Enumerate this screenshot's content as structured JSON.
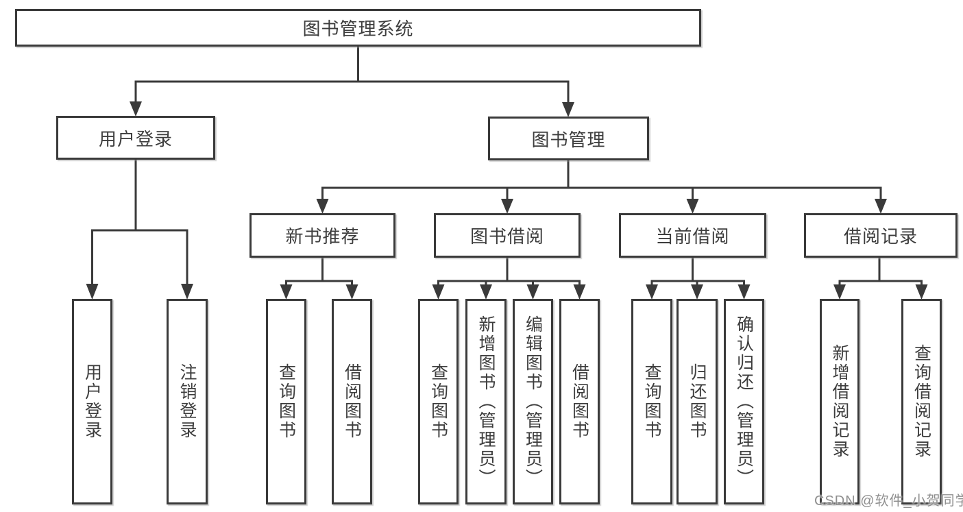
{
  "diagram": {
    "title": "图书管理系统",
    "root": {
      "label": "图书管理系统"
    },
    "level2": [
      {
        "label": "用户登录"
      },
      {
        "label": "图书管理"
      }
    ],
    "level3": [
      {
        "label": "新书推荐",
        "parent": "图书管理"
      },
      {
        "label": "图书借阅",
        "parent": "图书管理"
      },
      {
        "label": "当前借阅",
        "parent": "图书管理"
      },
      {
        "label": "借阅记录",
        "parent": "图书管理"
      }
    ],
    "leaves": [
      {
        "label": "用户登录",
        "parent": "用户登录"
      },
      {
        "label": "注销登录",
        "parent": "用户登录"
      },
      {
        "label": "查询图书",
        "parent": "新书推荐"
      },
      {
        "label": "借阅图书",
        "parent": "新书推荐"
      },
      {
        "label": "查询图书",
        "parent": "图书借阅"
      },
      {
        "label": "新增图书（管理员）",
        "parent": "图书借阅"
      },
      {
        "label": "编辑图书（管理员）",
        "parent": "图书借阅"
      },
      {
        "label": "借阅图书",
        "parent": "图书借阅"
      },
      {
        "label": "查询图书",
        "parent": "当前借阅"
      },
      {
        "label": "归还图书",
        "parent": "当前借阅"
      },
      {
        "label": "确认归还（管理员）",
        "parent": "当前借阅"
      },
      {
        "label": "新增借阅记录",
        "parent": "借阅记录"
      },
      {
        "label": "查询借阅记录",
        "parent": "借阅记录"
      }
    ]
  },
  "watermark": {
    "text": "CSDN @软件_小贺同学"
  },
  "colors": {
    "line": "#3a3a3a",
    "text": "#3d3d3d",
    "box_background": "#ffffff",
    "page_background": "#ffffff",
    "watermark": "#8f8f8f"
  }
}
